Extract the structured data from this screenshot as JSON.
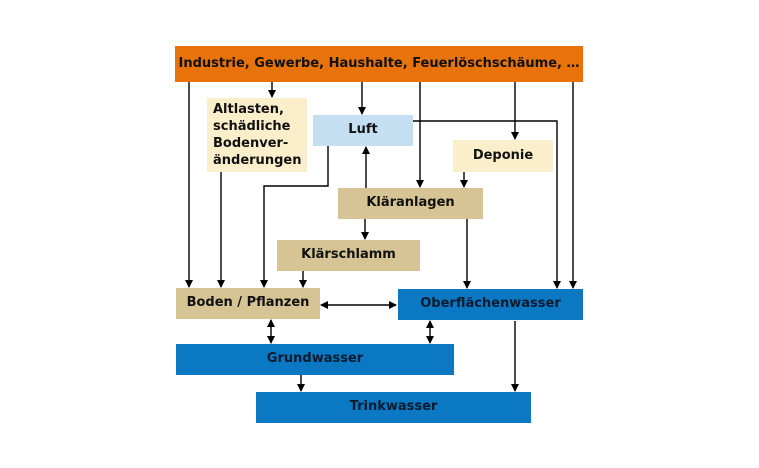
{
  "diagram": {
    "nodes": {
      "source": "Industrie, Gewerbe, Haushalte, Feuerlöschschäume, …",
      "altlasten": [
        "Altlasten,",
        "schädliche",
        "Bodenver-",
        "änderungen"
      ],
      "luft": "Luft",
      "deponie": "Deponie",
      "klaeranlagen": "Kläranlagen",
      "klaerschlamm": "Klärschlamm",
      "boden": "Boden / Pflanzen",
      "oberflaechenwasser": "Oberflächenwasser",
      "grundwasser": "Grundwasser",
      "trinkwasser": "Trinkwasser"
    },
    "edges": [
      {
        "from": "source",
        "to": "boden"
      },
      {
        "from": "source",
        "to": "altlasten"
      },
      {
        "from": "source",
        "to": "luft"
      },
      {
        "from": "source",
        "to": "klaeranlagen"
      },
      {
        "from": "source",
        "to": "deponie"
      },
      {
        "from": "source",
        "to": "oberflaechenwasser"
      },
      {
        "from": "luft",
        "to": "oberflaechenwasser"
      },
      {
        "from": "luft",
        "to": "boden"
      },
      {
        "from": "altlasten",
        "to": "boden"
      },
      {
        "from": "klaeranlagen",
        "to": "luft"
      },
      {
        "from": "deponie",
        "to": "klaeranlagen"
      },
      {
        "from": "klaeranlagen",
        "to": "klaerschlamm"
      },
      {
        "from": "klaeranlagen",
        "to": "oberflaechenwasser"
      },
      {
        "from": "klaerschlamm",
        "to": "boden"
      },
      {
        "from": "boden",
        "to": "oberflaechenwasser",
        "bidirectional": true
      },
      {
        "from": "boden",
        "to": "grundwasser",
        "bidirectional": true
      },
      {
        "from": "oberflaechenwasser",
        "to": "grundwasser",
        "bidirectional": true
      },
      {
        "from": "grundwasser",
        "to": "trinkwasser"
      },
      {
        "from": "oberflaechenwasser",
        "to": "trinkwasser"
      }
    ],
    "colors": {
      "source": "#e8730b",
      "altlasten": "#fbeecb",
      "deponie": "#fbeecb",
      "luft": "#c5dff2",
      "treatment_and_soil": "#d6c494",
      "water": "#0a78c2",
      "arrow": "#000000"
    }
  }
}
